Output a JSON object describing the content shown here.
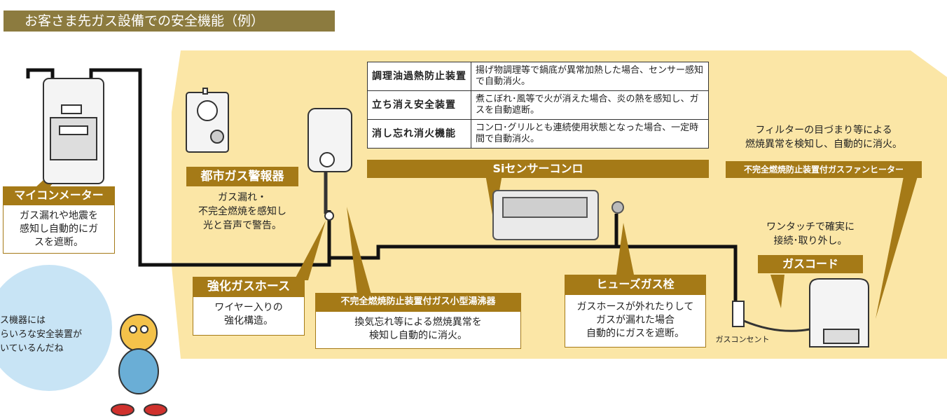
{
  "title": "お客さま先ガス設備での安全機能（例）",
  "colors": {
    "house": "#fbe6a6",
    "label": "#a57a17",
    "title_bg": "#8c7b3f",
    "bubble": "#c8e4f5"
  },
  "meter": {
    "label": "マイコンメーター",
    "desc": [
      "ガス漏れや地震を",
      "感知し自動的にガ",
      "スを遮断。"
    ]
  },
  "alarm": {
    "label": "都市ガス警報器",
    "desc": [
      "ガス漏れ・",
      "不完全燃焼を感知し",
      "光と音声で警告。"
    ]
  },
  "hose": {
    "label": "強化ガスホース",
    "desc": [
      "ワイヤー入りの",
      "強化構造。"
    ]
  },
  "heater": {
    "label": "不完全燃焼防止装置付ガス小型湯沸器",
    "desc": [
      "換気忘れ等による燃焼異常を",
      "検知し自動的に消火。"
    ]
  },
  "stove": {
    "label": "Siセンサーコンロ",
    "rows": [
      {
        "name": "調理油過熱防止装置",
        "desc": "揚げ物調理等で鍋底が異常加熱した場合、センサー感知で自動消火。"
      },
      {
        "name": "立ち消え安全装置",
        "desc": "煮こぼれ･風等で火が消えた場合、炎の熱を感知し、ガスを自動遮断。"
      },
      {
        "name": "消し忘れ消火機能",
        "desc": "コンロ･グリルとも連続使用状態となった場合、一定時間で自動消火。"
      }
    ]
  },
  "fuse": {
    "label": "ヒューズガス栓",
    "desc": [
      "ガスホースが外れたりして",
      "ガスが漏れた場合",
      "自動的にガスを遮断。"
    ]
  },
  "fan_heater": {
    "label": "不完全燃焼防止装置付ガスファンヒーター",
    "desc": [
      "フィルターの目づまり等による",
      "燃焼異常を検知し、自動的に消火。"
    ]
  },
  "cord": {
    "label": "ガスコード",
    "desc": [
      "ワンタッチで確実に",
      "接続･取り外し。"
    ]
  },
  "outlet": {
    "label": "ガスコンセント"
  },
  "bubble": {
    "lines": [
      "ス機器には",
      "らいろな安全装置が",
      "いているんだね"
    ]
  }
}
